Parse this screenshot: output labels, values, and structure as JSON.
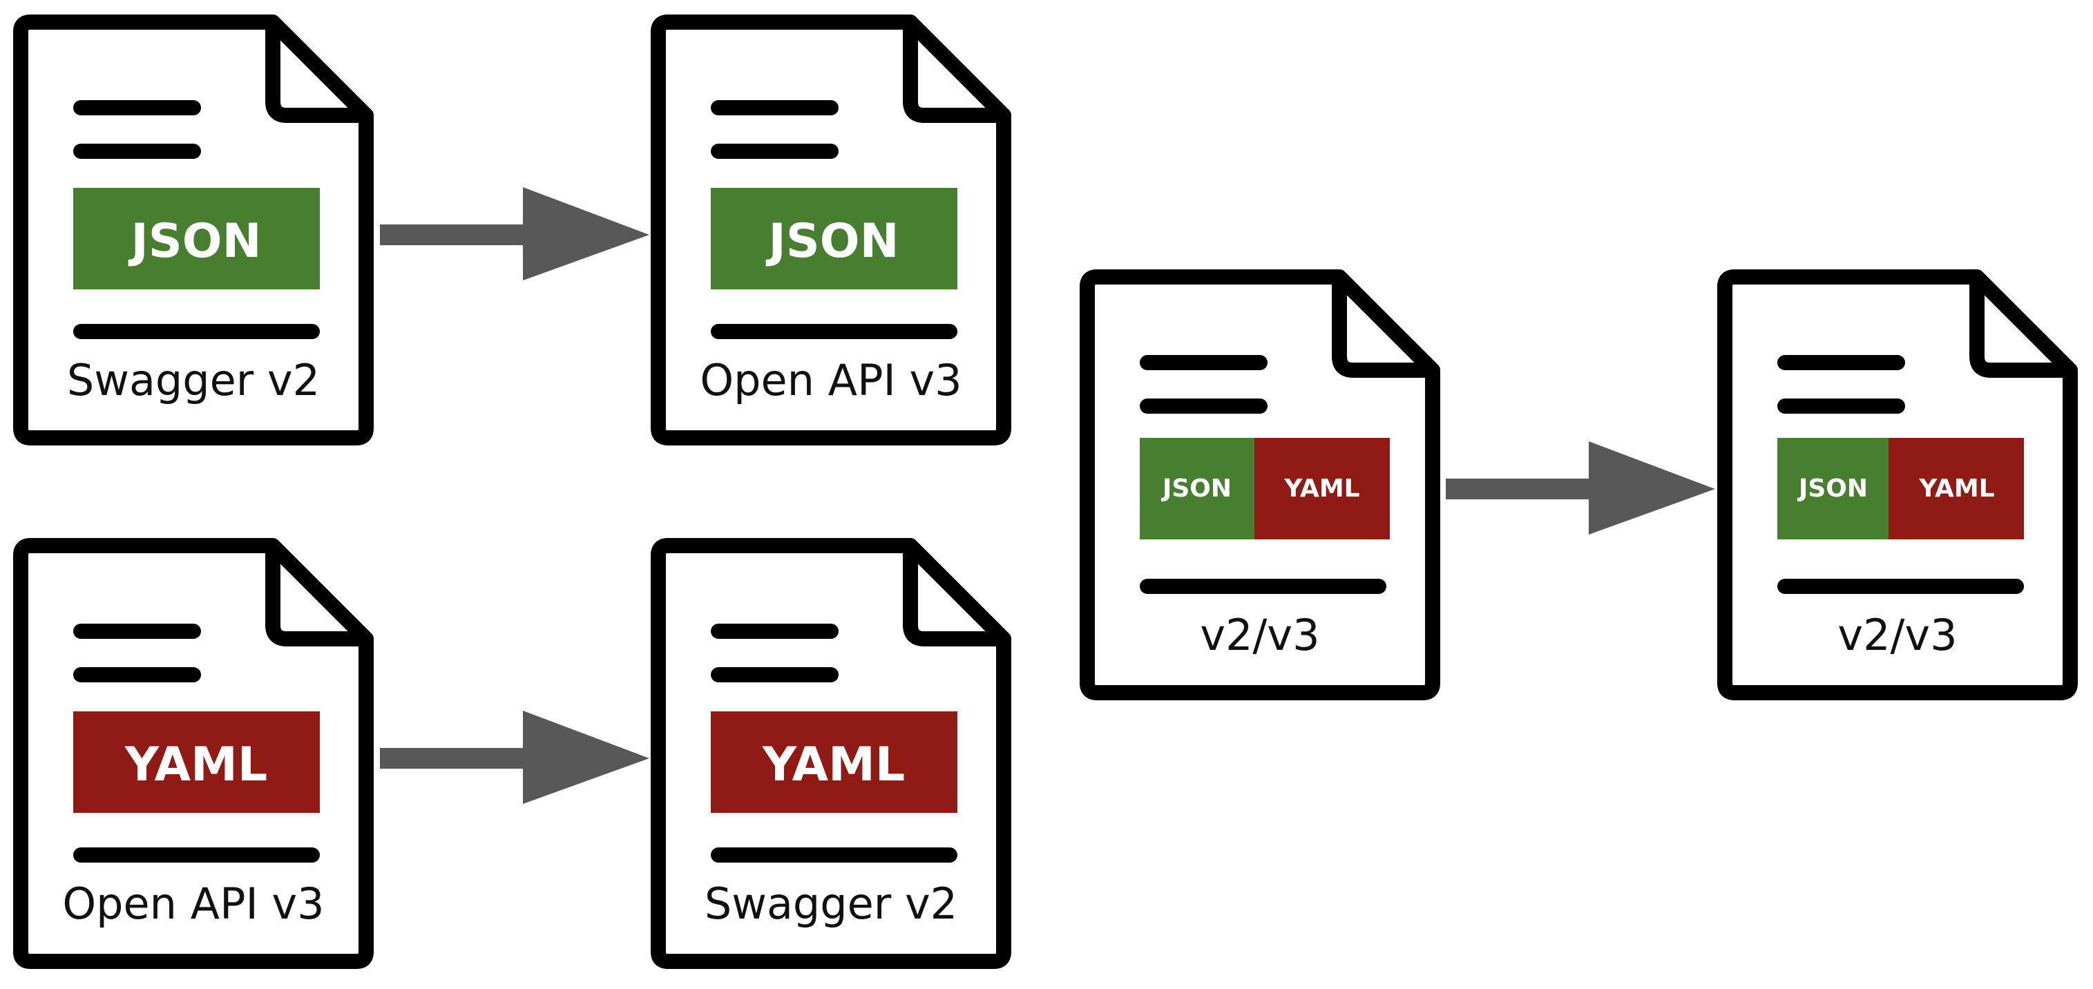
{
  "colors": {
    "json": "#477e2f",
    "yaml": "#8f1b14",
    "arrow": "#585858",
    "outline": "#000000"
  },
  "documents": [
    {
      "badges": [
        "JSON"
      ],
      "caption": "Swagger v2"
    },
    {
      "badges": [
        "JSON"
      ],
      "caption": "Open API v3"
    },
    {
      "badges": [
        "YAML"
      ],
      "caption": "Open API v3"
    },
    {
      "badges": [
        "YAML"
      ],
      "caption": "Swagger v2"
    },
    {
      "badges": [
        "JSON",
        "YAML"
      ],
      "caption": "v2/v3"
    },
    {
      "badges": [
        "JSON",
        "YAML"
      ],
      "caption": "v2/v3"
    }
  ],
  "arrows": [
    {
      "from": 0,
      "to": 1
    },
    {
      "from": 2,
      "to": 3
    },
    {
      "from": 4,
      "to": 5
    }
  ]
}
